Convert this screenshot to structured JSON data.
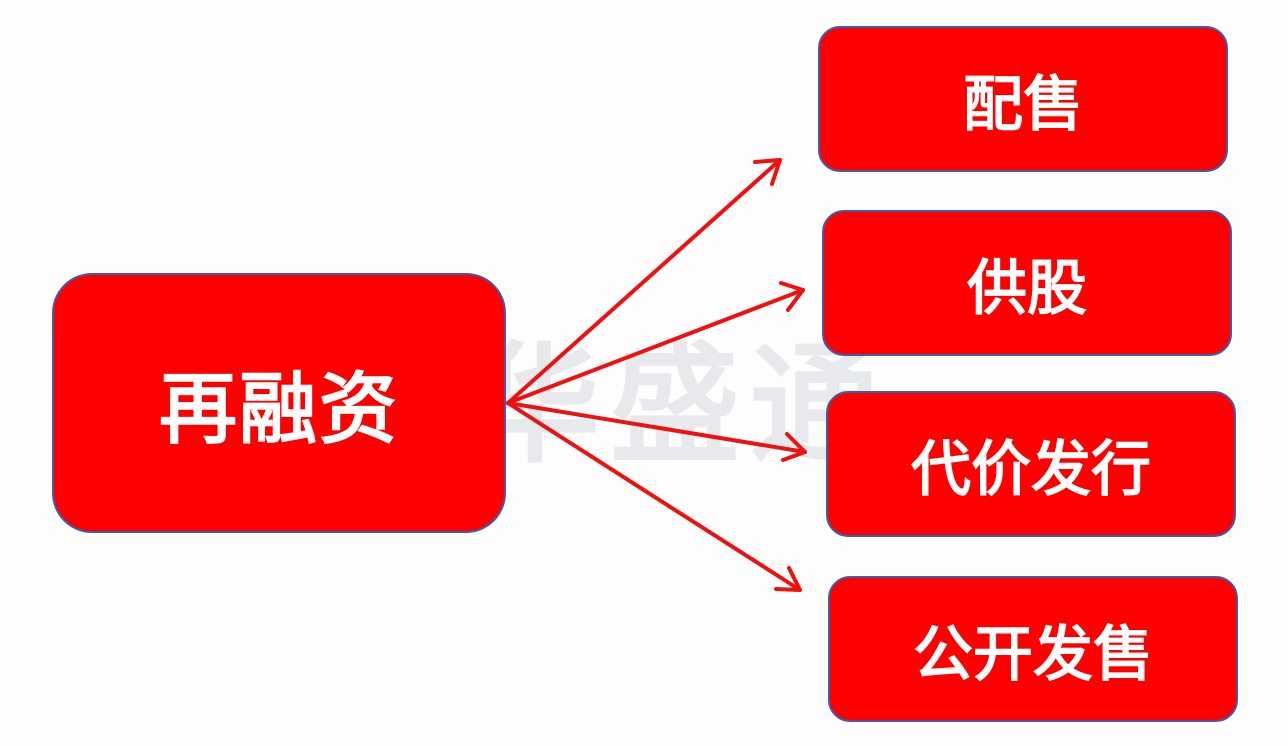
{
  "watermark": "华盛通",
  "root": {
    "label": "再融资"
  },
  "children": [
    {
      "label": "配售"
    },
    {
      "label": "供股"
    },
    {
      "label": "代价发行"
    },
    {
      "label": "公开发售"
    }
  ],
  "colors": {
    "box_fill": "#ff0000",
    "box_border": "#3b5db0",
    "arrow": "#ee1111",
    "text": "#ffffff"
  }
}
